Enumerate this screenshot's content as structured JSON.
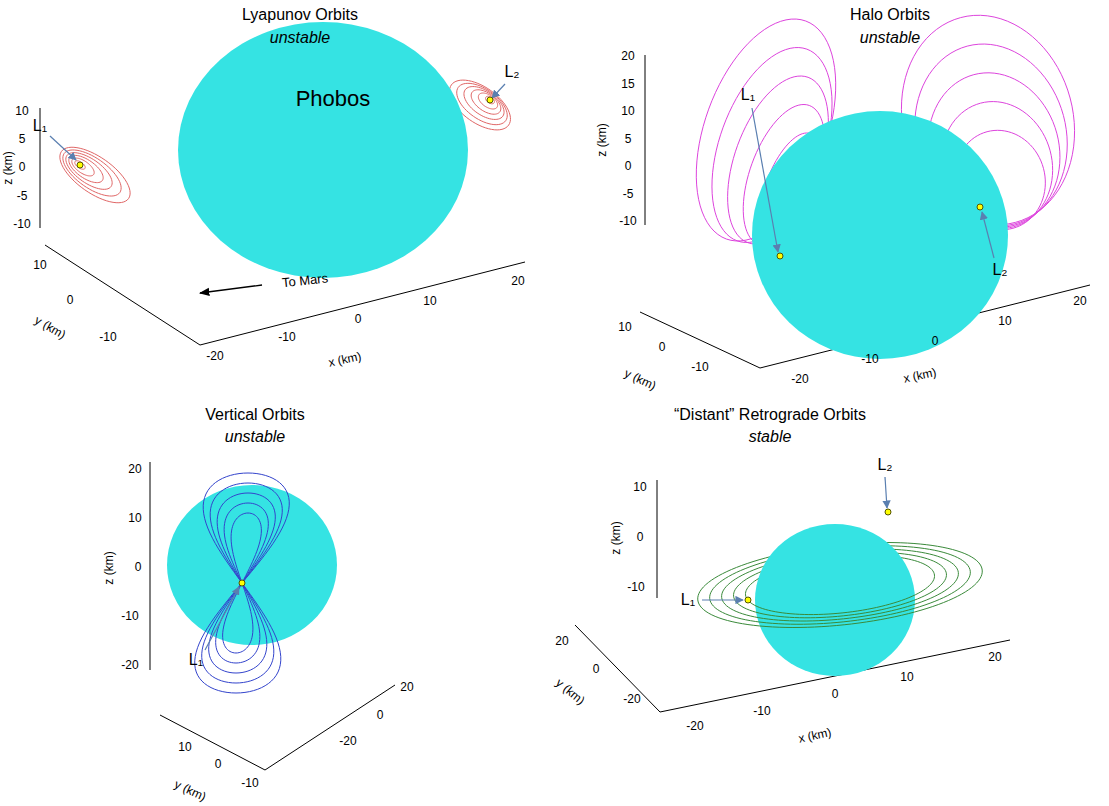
{
  "diagram": {
    "nodes": [
      {
        "text": [
          "Phobos"
        ]
      }
    ],
    "labels": [
      "Lyapunov Orbits",
      "unstable",
      "10",
      "5",
      "0",
      "-5",
      "-10",
      "z (km)",
      "10",
      "0",
      "-10",
      "y (km)",
      "-20",
      "-10",
      "0",
      "10",
      "20",
      "x (km)",
      "To Mars",
      "L₁",
      "L₂",
      "Halo Orbits",
      "unstable",
      "20",
      "15",
      "10",
      "5",
      "0",
      "-5",
      "-10",
      "z (km)",
      "10",
      "0",
      "-10",
      "y (km)",
      "-20",
      "-10",
      "0",
      "10",
      "20",
      "x (km)",
      "L₁",
      "L₂",
      "Vertical Orbits",
      "unstable",
      "20",
      "10",
      "0",
      "-10",
      "-20",
      "z (km)",
      "10",
      "0",
      "-10",
      "y (km)",
      "20",
      "0",
      "-20",
      "L₁",
      "“Distant” Retrograde Orbits",
      "stable",
      "10",
      "0",
      "-10",
      "z (km)",
      "20",
      "0",
      "-20",
      "y (km)",
      "-20",
      "-10",
      "0",
      "10",
      "20",
      "x (km)",
      "L₁",
      "L₂"
    ]
  }
}
